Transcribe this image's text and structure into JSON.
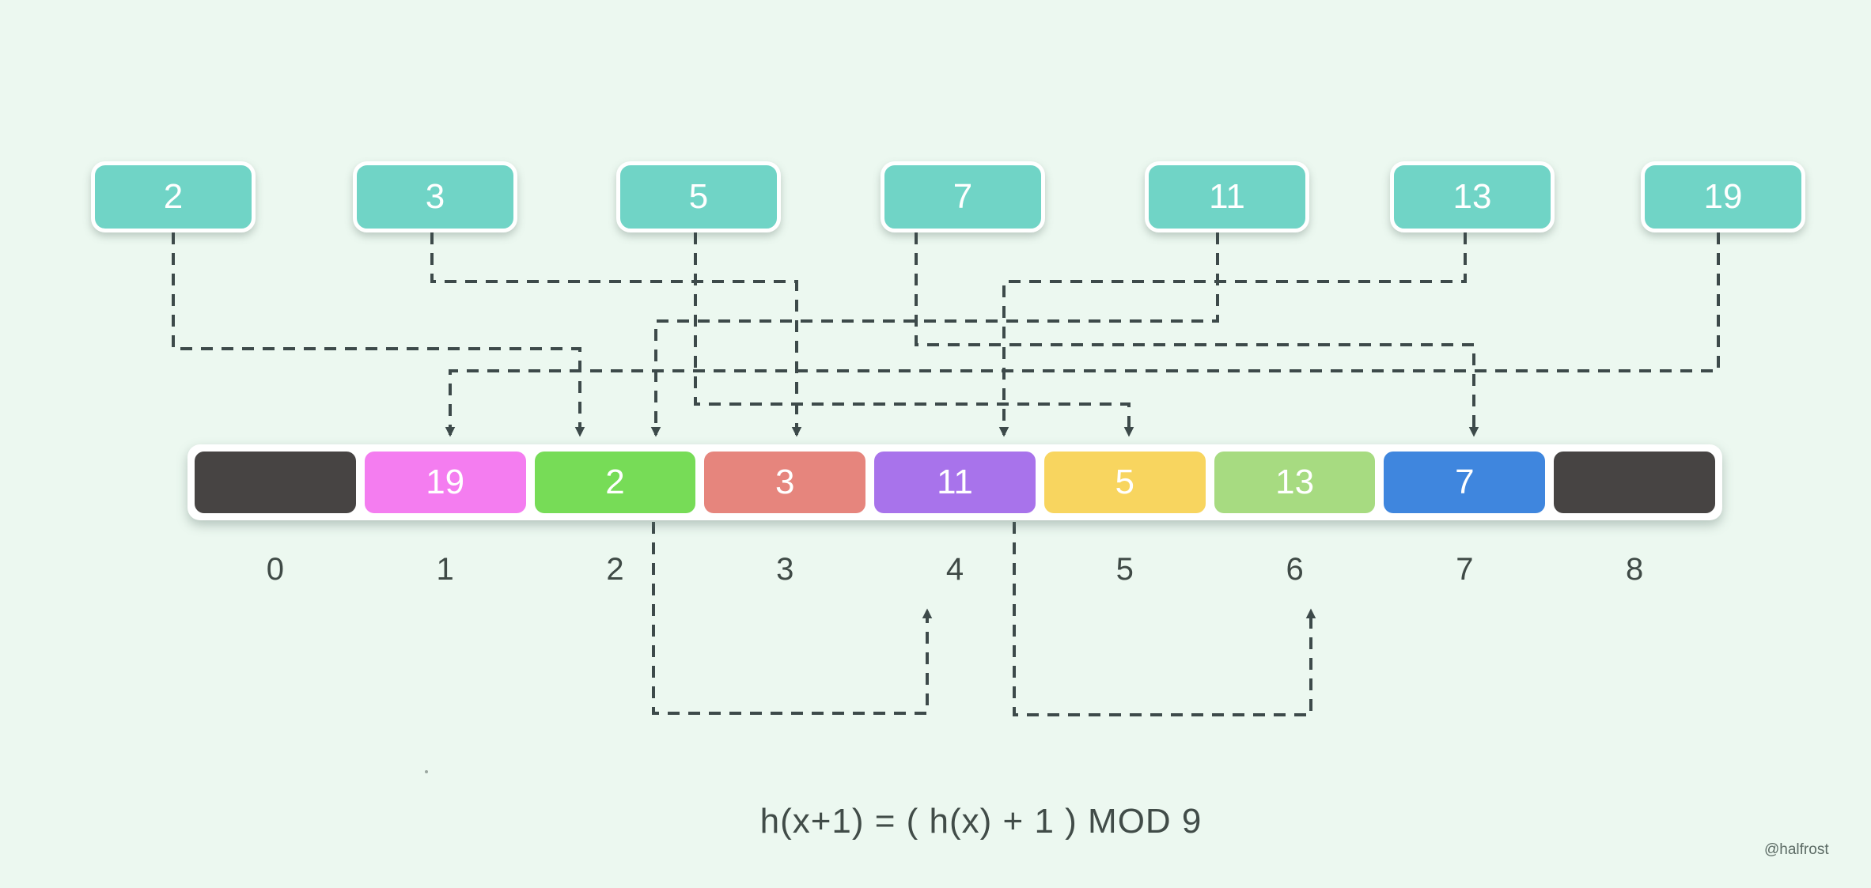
{
  "keys": [
    {
      "value": "2"
    },
    {
      "value": "3"
    },
    {
      "value": "5"
    },
    {
      "value": "7"
    },
    {
      "value": "11"
    },
    {
      "value": "13"
    },
    {
      "value": "19"
    }
  ],
  "table": {
    "cells": [
      {
        "index": "0",
        "value": "",
        "color": "#474443"
      },
      {
        "index": "1",
        "value": "19",
        "color": "#f47df0"
      },
      {
        "index": "2",
        "value": "2",
        "color": "#77dc57"
      },
      {
        "index": "3",
        "value": "3",
        "color": "#e6857d"
      },
      {
        "index": "4",
        "value": "11",
        "color": "#a873eb"
      },
      {
        "index": "5",
        "value": "5",
        "color": "#f8d55f"
      },
      {
        "index": "6",
        "value": "13",
        "color": "#a7db81"
      },
      {
        "index": "7",
        "value": "7",
        "color": "#3f86de"
      },
      {
        "index": "8",
        "value": "",
        "color": "#474443"
      }
    ]
  },
  "connections": {
    "hash_arrows": [
      {
        "key": "2",
        "slot": 2
      },
      {
        "key": "3",
        "slot": 3
      },
      {
        "key": "5",
        "slot": 5
      },
      {
        "key": "7",
        "slot": 7
      },
      {
        "key": "11",
        "slot": 2
      },
      {
        "key": "13",
        "slot": 4
      },
      {
        "key": "19",
        "slot": 1
      }
    ],
    "probe_arrows": [
      {
        "from_slot": 2,
        "to_slot": 4
      },
      {
        "from_slot": 4,
        "to_slot": 6
      }
    ]
  },
  "formula": "h(x+1) = ( h(x) + 1 ) MOD 9",
  "watermark": "@halfrost",
  "colors": {
    "background": "#ecf8f0",
    "key_box": "#70d4c6",
    "connector": "#3d4a4a",
    "label_text": "#3f4a46",
    "table_container": "#ffffff"
  }
}
